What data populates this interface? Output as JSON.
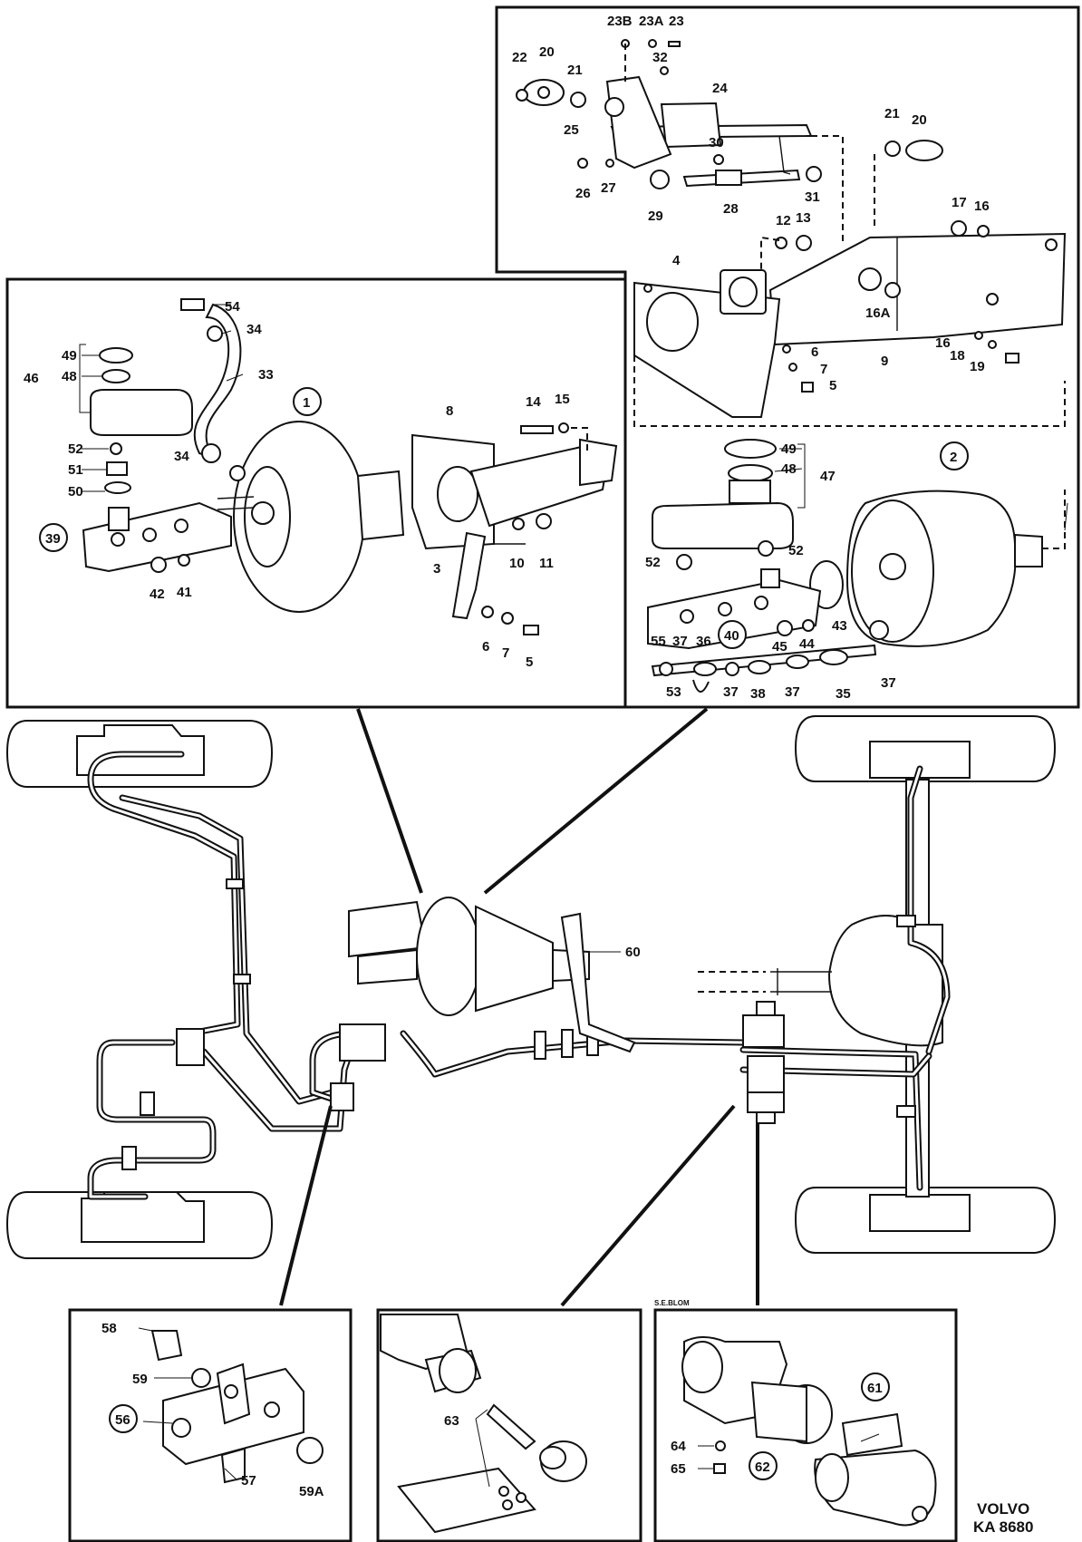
{
  "callouts": {
    "top": [
      "23B",
      "23A",
      "23",
      "22",
      "20",
      "32",
      "21",
      "24",
      "25",
      "21",
      "20",
      "30",
      "26",
      "27",
      "29",
      "28",
      "31",
      "12",
      "13",
      "17",
      "16",
      "4",
      "16A",
      "6",
      "7",
      "5",
      "9",
      "16",
      "18",
      "19"
    ],
    "left": [
      "54",
      "34",
      "49",
      "33",
      "48",
      "46",
      "1",
      "8",
      "14",
      "15",
      "34",
      "52",
      "51",
      "50",
      "39",
      "10",
      "11",
      "3",
      "42",
      "41",
      "6",
      "7",
      "5"
    ],
    "right": [
      "2",
      "49",
      "48",
      "47",
      "52",
      "52",
      "43",
      "40",
      "45",
      "44",
      "55",
      "37",
      "36",
      "37",
      "38",
      "37",
      "35",
      "37",
      "53"
    ],
    "main": [
      "60"
    ],
    "bl": [
      "58",
      "59",
      "56",
      "57",
      "59A"
    ],
    "bc": [
      "63"
    ],
    "br": [
      "61",
      "64",
      "65",
      "62"
    ]
  },
  "circled": [
    "1",
    "39",
    "2",
    "40",
    "56",
    "62",
    "61"
  ],
  "signature": "S.E.BLOM",
  "brand": {
    "line1": "VOLVO",
    "line2": "KA 8680"
  }
}
